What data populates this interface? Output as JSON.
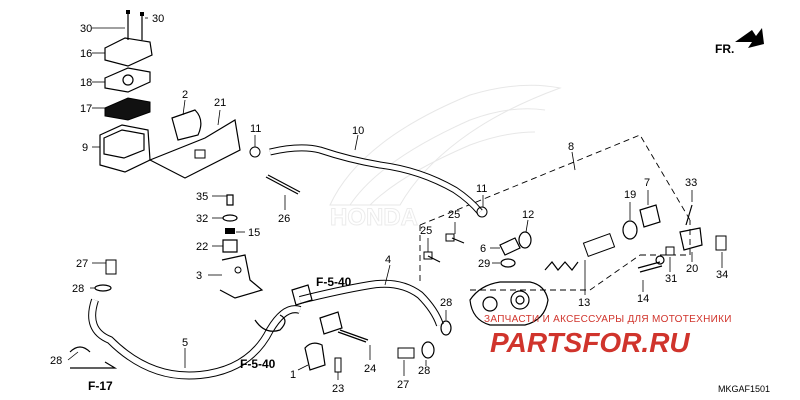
{
  "diagram": {
    "part_numbers": [
      "30",
      "30",
      "16",
      "18",
      "17",
      "9",
      "2",
      "21",
      "11",
      "10",
      "35",
      "32",
      "15",
      "22",
      "26",
      "3",
      "27",
      "28",
      "28",
      "5",
      "F-5-40",
      "F-5-40",
      "F-17",
      "4",
      "1",
      "23",
      "24",
      "25",
      "25",
      "6",
      "29",
      "11",
      "12",
      "8",
      "19",
      "7",
      "33",
      "20",
      "34",
      "31",
      "14",
      "13",
      "28",
      "27",
      "28"
    ],
    "section_refs": [
      "F-5-40",
      "F-5-40",
      "F-17"
    ],
    "direction_label": "FR.",
    "diagram_code": "MKGAF1501"
  },
  "watermark": {
    "tagline": "ЗАПЧАСТИ И АКСЕССУАРЫ ДЛЯ МОТОТЕХНИКИ",
    "brand": "PARTSFOR.RU",
    "logo_text": "HONDA"
  }
}
